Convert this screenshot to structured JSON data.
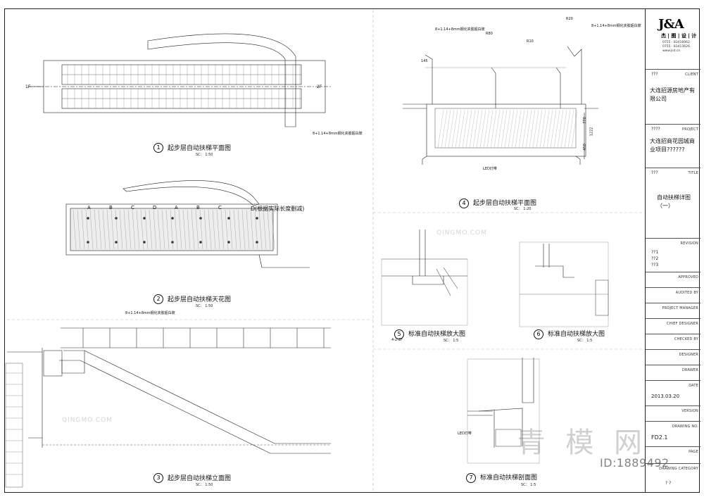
{
  "title_block": {
    "logo_text": "J&A",
    "logo_sub": "杰 | 图 | 设 | 计",
    "logo_tel": [
      "0755 - 83416062",
      "0755 - 83413626",
      "www.jsd.cn"
    ],
    "client_label": "CLIENT",
    "client_q": "???",
    "client_value": "大连招源房地产有限公司",
    "project_label": "PROJECT",
    "project_q": "????",
    "project_value": "大连招商花园城商业项目??????",
    "title_label": "TITLE",
    "title_q": "???",
    "title_value": "自动扶梯详图（一）",
    "revision_label": "REVISION",
    "revision_marks": [
      "??1",
      "??2",
      "??3"
    ],
    "approved_label": "APPROVED",
    "audited_label": "AUDITED BY",
    "pm_label": "PROJECT MANAGER",
    "chief_label": "CHIEF DESIGNER",
    "checked_label": "CHECKED BY",
    "designer_label": "DESIGNER",
    "drawer_label": "DRAWER",
    "date_label": "DATE",
    "date_value": "2013.03.20",
    "version_label": "VERSION",
    "drawing_no_label": "DRAWING NO.",
    "drawing_no": "FD2.1",
    "page_label": "PAGE",
    "category_label": "DRAWING CATEGORY",
    "category_value": "? ?"
  },
  "drawings": [
    {
      "num": "1",
      "caption": "起步层自动扶梯平面图",
      "scale": "SC： 1:50"
    },
    {
      "num": "2",
      "caption": "起步层自动扶梯天花图",
      "scale": "SC： 1:50"
    },
    {
      "num": "3",
      "caption": "起步层自动扶梯立面图",
      "scale": "SC： 1:50"
    },
    {
      "num": "4",
      "caption": "起步层自动扶梯平面图",
      "scale": "SC： 1:20"
    },
    {
      "num": "5",
      "caption": "标准自动扶梯放大图",
      "scale": "SC： 1:5"
    },
    {
      "num": "6",
      "caption": "标准自动扶梯放大图",
      "scale": "SC： 1:5"
    },
    {
      "num": "7",
      "caption": "标准自动扶梯剖面图",
      "scale": "SC： 1:5"
    }
  ],
  "annotations": {
    "ceiling_note": "D(根据实际长度删减)",
    "grid_labels": [
      "A",
      "B",
      "C",
      "D",
      "A",
      "B",
      "C"
    ],
    "level_1f": "1F",
    "level_2f": "2F",
    "glass_note": "8+1.14+8mm钢化夹胶超白玻",
    "detail_5_sub": "4-2-2F",
    "led_note": "LED灯带",
    "r20": "R20",
    "r10": "R10",
    "r80": "R80",
    "dim_770": "770",
    "dim_1222": "1222",
    "dim_450": "450",
    "dim_145": "145"
  },
  "watermark": {
    "big": "青 模 网",
    "id": "ID:1889492",
    "small": "QINGMO.COM"
  }
}
